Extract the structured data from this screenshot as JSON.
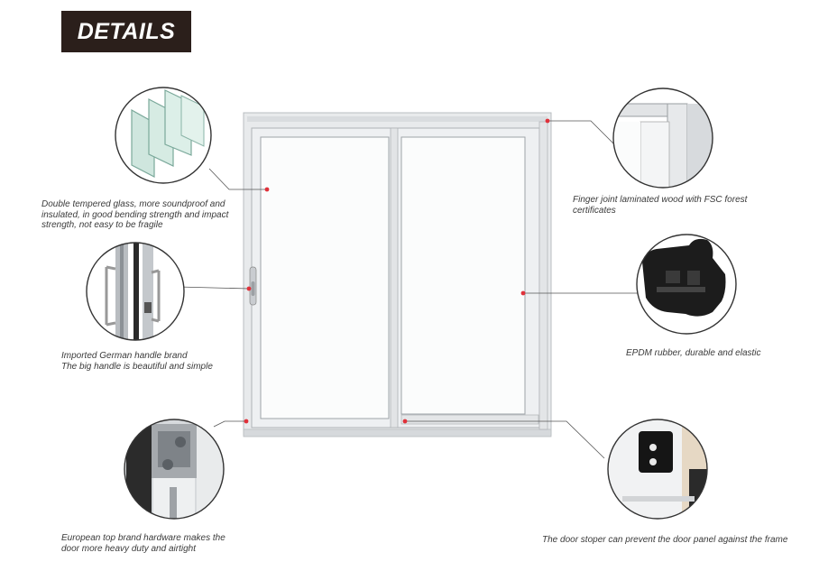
{
  "header": {
    "title": "DETAILS"
  },
  "colors": {
    "accent_dot": "#e0313a",
    "frame": "#e6e8ea",
    "glass": "#fbfcfc",
    "leader": "#555555",
    "title_bg": "#2b1f1b"
  },
  "callouts": [
    {
      "id": "glass",
      "icon": "glass-panes-icon",
      "lines": [
        "Double tempered glass, more soundproof and",
        "insulated, in good bending strength and impact",
        "strength, not easy to be fragile"
      ]
    },
    {
      "id": "handle",
      "icon": "handle-icon",
      "lines": [
        "Imported German handle brand",
        "The big handle is beautiful and simple"
      ]
    },
    {
      "id": "hardware",
      "icon": "roller-hardware-icon",
      "lines": [
        "European top brand hardware makes the",
        "door more heavy duty and airtight"
      ]
    },
    {
      "id": "wood",
      "icon": "frame-corner-icon",
      "lines": [
        "Finger joint laminated wood with FSC forest",
        "certificates"
      ]
    },
    {
      "id": "rubber",
      "icon": "rubber-seal-icon",
      "lines": [
        "EPDM rubber, durable and elastic"
      ]
    },
    {
      "id": "stopper",
      "icon": "door-stopper-icon",
      "lines": [
        "The door stoper can prevent the door panel against the frame"
      ]
    }
  ]
}
